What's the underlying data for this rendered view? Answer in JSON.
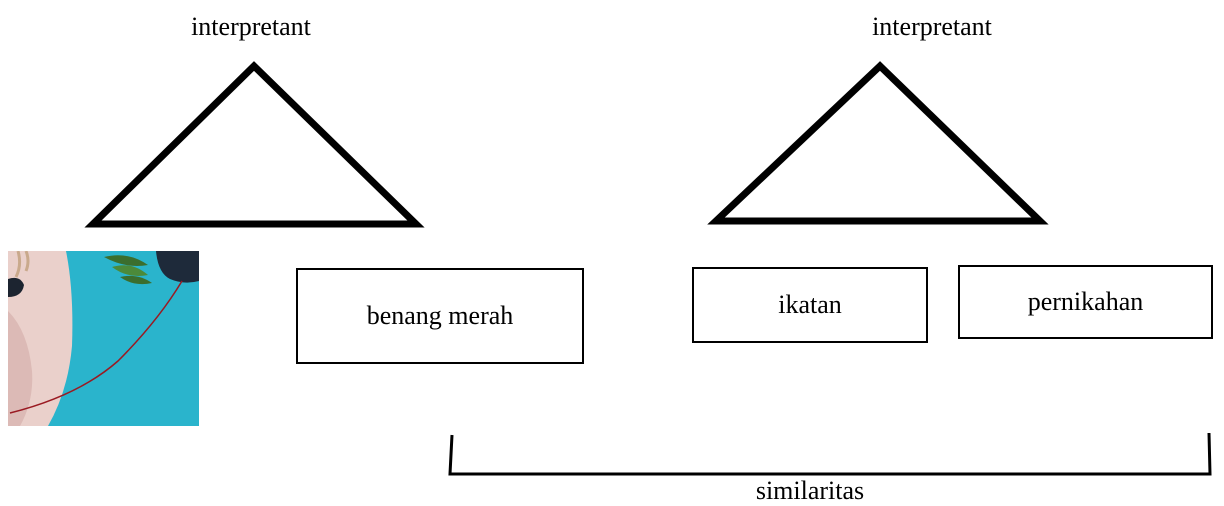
{
  "left_sign": {
    "interpretant_label": "interpretant",
    "object_label": "benang merah",
    "representamen_image": "painting-detail-red-thread"
  },
  "right_sign": {
    "interpretant_label": "interpretant",
    "object_labels": [
      "ikatan",
      "pernikahan"
    ]
  },
  "bracket": {
    "label": "similaritas"
  },
  "colors": {
    "line": "#000000",
    "image_bg": "#2ab4cc",
    "image_skin": "#e8c8c4",
    "thread": "#9a1a22",
    "leaves": "#3b6e2e"
  }
}
